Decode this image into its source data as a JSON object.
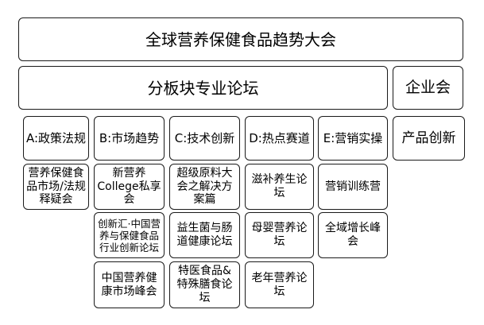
{
  "colors": {
    "background": "#ffffff",
    "node_fill": "#ffffff",
    "node_border": "#1a1a1a",
    "text": "#000000"
  },
  "nodes": {
    "root": "全球营养保健食品趋势大会",
    "forum_header": "分板块专业论坛",
    "enterprise_header": "企业会",
    "col_a": {
      "header": "A:政策法规",
      "items": [
        "营养保健食\n品市场/法规\n释疑会"
      ]
    },
    "col_b": {
      "header": "B:市场趋势",
      "items": [
        "新营养\nCollege私享\n会",
        "创新汇·中国营\n养与保健食品\n行业创新论坛",
        "中国营养健\n康市场峰会"
      ]
    },
    "col_c": {
      "header": "C:技术创新",
      "items": [
        "超级原料大\n会之解决方\n案篇",
        "益生菌与肠\n道健康论坛",
        "特医食品&\n特殊膳食论\n坛"
      ]
    },
    "col_d": {
      "header": "D:热点赛道",
      "items": [
        "滋补养生论\n坛",
        "母婴营养论\n坛",
        "老年营养论\n坛"
      ]
    },
    "col_e": {
      "header": "E:营销实操",
      "items": [
        "营销训练营",
        "全域增长峰\n会"
      ]
    },
    "col_f": {
      "header": "产品创新",
      "items": []
    }
  }
}
